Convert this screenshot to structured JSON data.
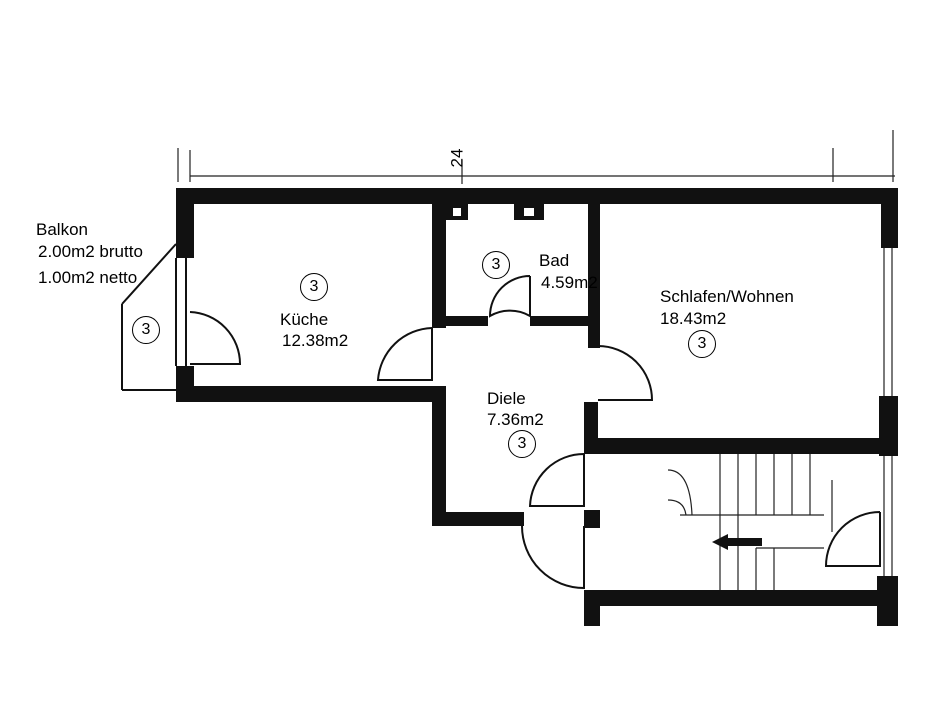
{
  "plan": {
    "dimension_label": "24",
    "rooms": [
      {
        "id": "balkon",
        "name": "Balkon",
        "area_lines": [
          "2.00m2 brutto",
          "1.00m2 netto"
        ],
        "level": "3"
      },
      {
        "id": "kueche",
        "name": "Küche",
        "area_lines": [
          "12.38m2"
        ],
        "level": "3"
      },
      {
        "id": "bad",
        "name": "Bad",
        "area_lines": [
          "4.59m2"
        ],
        "level": "3"
      },
      {
        "id": "schlafen",
        "name": "Schlafen/Wohnen",
        "area_lines": [
          "18.43m2"
        ],
        "level": "3"
      },
      {
        "id": "diele",
        "name": "Diele",
        "area_lines": [
          "7.36m2"
        ],
        "level": "3"
      }
    ],
    "colors": {
      "wall": "#111111",
      "background": "#ffffff"
    }
  }
}
